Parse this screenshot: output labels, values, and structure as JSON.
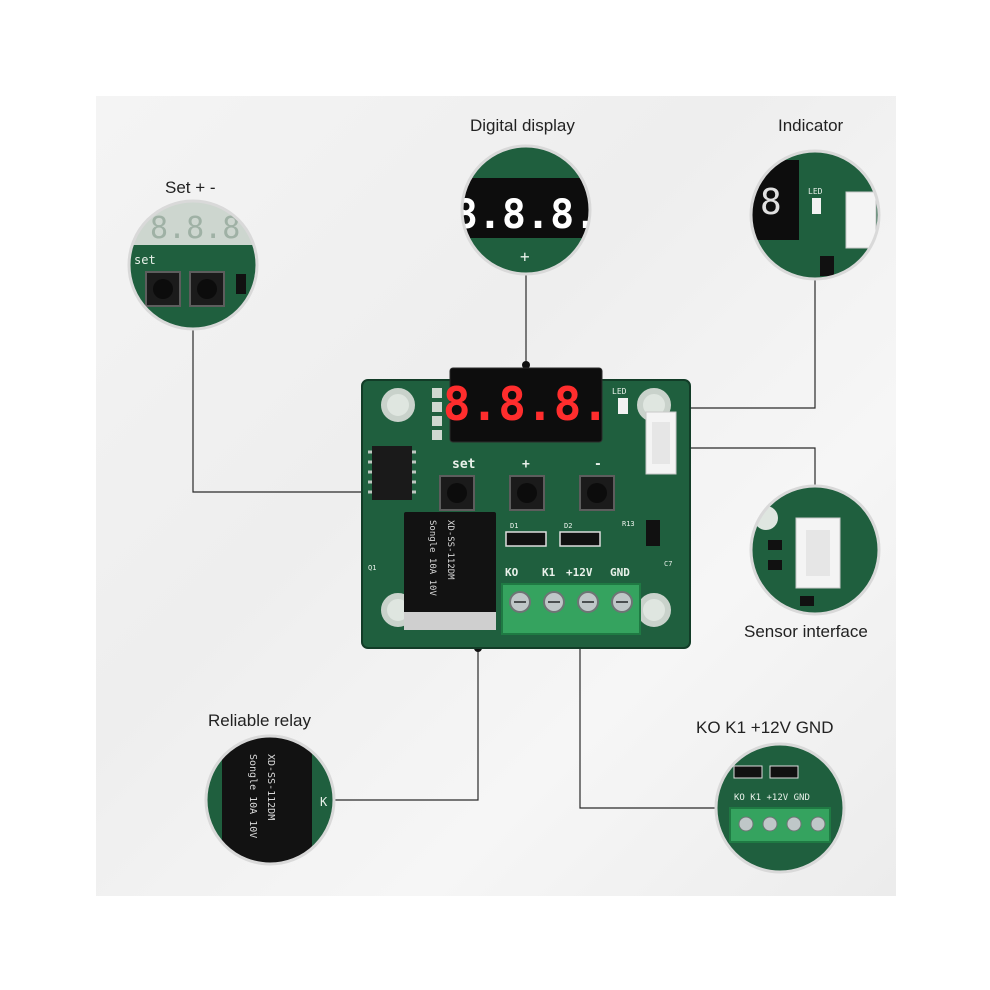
{
  "callouts": {
    "digital_display": "Digital display",
    "indicator": "Indicator",
    "set_buttons": "Set + -",
    "sensor_interface": "Sensor interface",
    "reliable_relay": "Reliable relay",
    "terminals": "KO K1 +12V GND"
  },
  "board": {
    "display_digits": "8.8.8.",
    "led_label": "LED",
    "btn_set": "set",
    "btn_plus": "+",
    "btn_minus": "-",
    "term_ko": "KO",
    "term_k1": "K1",
    "term_12v": "+12V",
    "term_gnd": "GND",
    "relay_line1": "Songle 10A 10V",
    "relay_line2": "XD-SS-112DM",
    "d1": "D1",
    "d2": "D2",
    "r13": "R13",
    "c7": "C7",
    "q1": "Q1"
  },
  "colors": {
    "pcb": "#1f5f3e",
    "terminal_block": "#35a35f",
    "display_red": "#ff2d2d",
    "background": "#f1f1f1"
  }
}
